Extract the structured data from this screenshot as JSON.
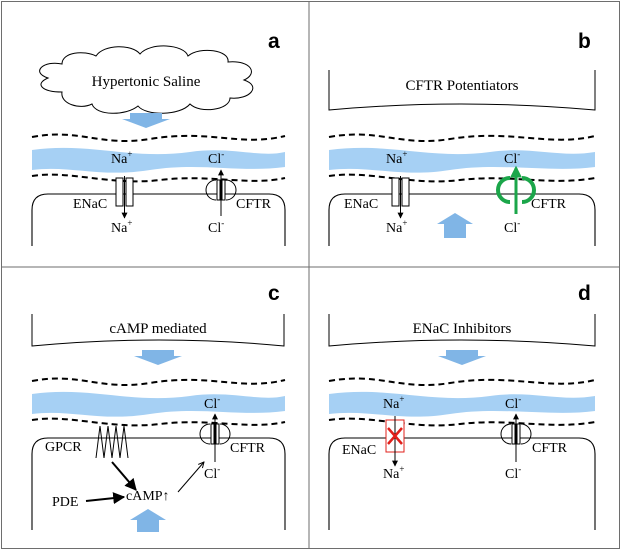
{
  "panels": {
    "a": {
      "letter": "a",
      "title": "Hypertonic Saline"
    },
    "b": {
      "letter": "b",
      "title": "CFTR Potentiators"
    },
    "c": {
      "letter": "c",
      "title": "cAMP mediated"
    },
    "d": {
      "letter": "d",
      "title": "ENaC Inhibitors"
    }
  },
  "labels": {
    "enac": "ENaC",
    "cftr": "CFTR",
    "na": "Na",
    "na_charge": "+",
    "cl": "Cl",
    "cl_charge": "-",
    "gpcr": "GPCR",
    "pde": "PDE",
    "camp": "cAMP↑"
  },
  "colors": {
    "mucus_layer": "#a6d0f4",
    "flow_arrow": "#80b5e6",
    "potentiated_cftr": "#1ba64a",
    "inhibition_mark": "#e0201b"
  }
}
